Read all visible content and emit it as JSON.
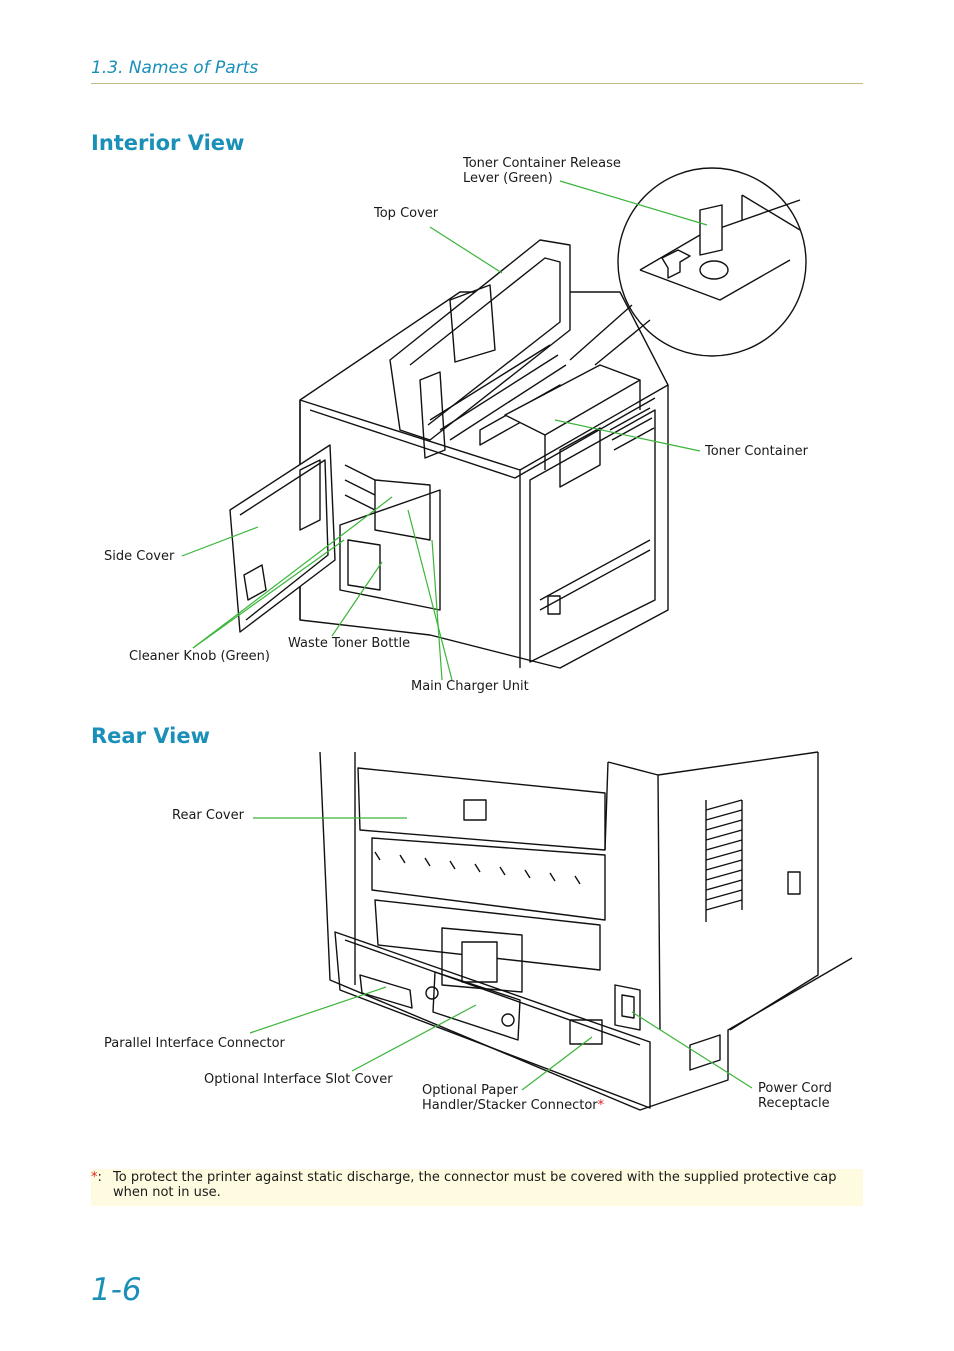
{
  "header": {
    "section": "1.3. Names of Parts"
  },
  "interior": {
    "heading": "Interior View",
    "labels": {
      "toner_release_lever": [
        "Toner Container Release",
        "Lever (Green)"
      ],
      "top_cover": "Top Cover",
      "toner_container": "Toner Container",
      "side_cover": "Side Cover",
      "waste_toner_bottle": "Waste Toner Bottle",
      "cleaner_knob": "Cleaner Knob (Green)",
      "main_charger_unit": "Main Charger Unit"
    }
  },
  "rear": {
    "heading": "Rear View",
    "labels": {
      "rear_cover": "Rear Cover",
      "parallel_interface": "Parallel Interface Connector",
      "optional_interface_slot": "Optional Interface Slot Cover",
      "optional_paper_handler": [
        "Optional Paper",
        "Handler/Stacker Connector"
      ],
      "power_cord": [
        "Power Cord",
        "Receptacle"
      ]
    }
  },
  "note": {
    "mark": "*:",
    "text": "To protect the printer against static discharge, the connector must be covered with the supplied protective cap when not in use."
  },
  "footer": {
    "page_number": "1-6"
  },
  "colors": {
    "accent": "#1a8fb8",
    "leader": "#3ab53a",
    "note_bg": "#fffbe0",
    "asterisk": "#e02020"
  }
}
